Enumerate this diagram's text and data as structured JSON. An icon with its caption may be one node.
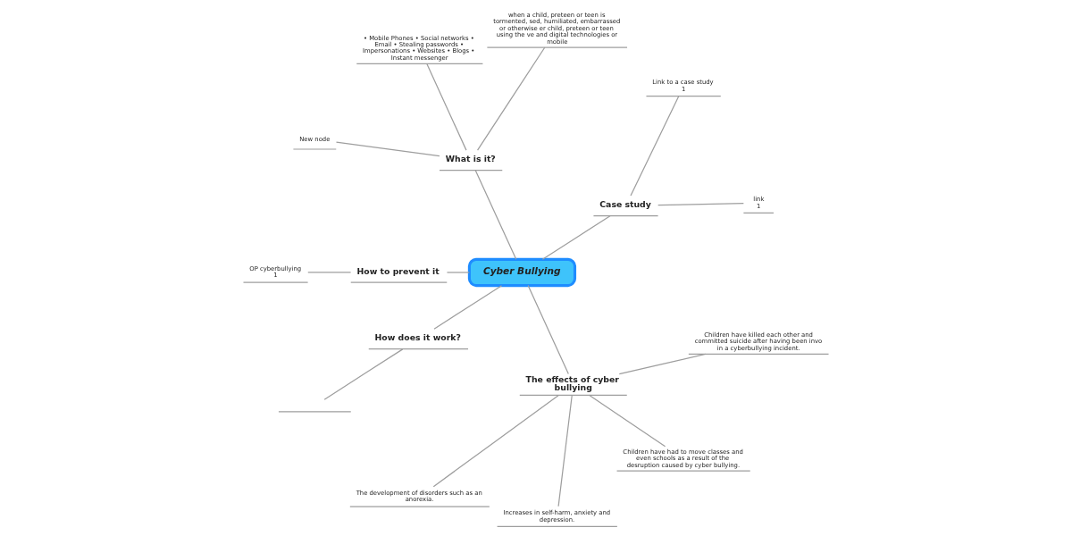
{
  "diagram": {
    "nodes": [
      {
        "text": [
          "Cyber Bullying"
        ]
      },
      {
        "text": [
          "What is it?"
        ]
      },
      {
        "text": [
          "when a child, preteen or teen is tormented, sed, humiliated, embarrassed or otherwise er child, preteen or teen using the ve and digital technologies or mobile"
        ]
      },
      {
        "text": [
          "• Mobile Phones • Social networks • Email • Stealing passwords • Impersonations • Websites • Blogs • Instant messenger"
        ]
      },
      {
        "text": [
          "New node"
        ]
      },
      {
        "text": [
          "Case study"
        ]
      },
      {
        "text": [
          "link",
          "1"
        ]
      },
      {
        "text": [
          "Link to a case study",
          "1"
        ]
      },
      {
        "text": [
          "The effects of cyber bullying"
        ]
      },
      {
        "text": [
          "Children have killed each other and committed suicide after having been invo in a cyberbullying incident."
        ]
      },
      {
        "text": [
          "Children have had to move classes and even schools as a result of the desruption caused by cyber bullying."
        ]
      },
      {
        "text": [
          "Increases in self-harm, anxiety and depression."
        ]
      },
      {
        "text": [
          "The development of disorders such as an anorexia."
        ]
      },
      {
        "text": [
          "How does it work?"
        ]
      },
      {
        "text": [],
        "shape": "line"
      },
      {
        "text": [
          "How to prevent it"
        ]
      },
      {
        "text": [
          "OP cyberbullying",
          "1"
        ]
      }
    ],
    "edges": [
      {
        "from": 0,
        "to": 1,
        "arrow": "none"
      },
      {
        "from": 1,
        "to": 2,
        "arrow": "none"
      },
      {
        "from": 1,
        "to": 3,
        "arrow": "none"
      },
      {
        "from": 1,
        "to": 4,
        "arrow": "none"
      },
      {
        "from": 0,
        "to": 5,
        "arrow": "none"
      },
      {
        "from": 5,
        "to": 6,
        "arrow": "none"
      },
      {
        "from": 5,
        "to": 7,
        "arrow": "none"
      },
      {
        "from": 0,
        "to": 8,
        "arrow": "none"
      },
      {
        "from": 8,
        "to": 9,
        "arrow": "none"
      },
      {
        "from": 8,
        "to": 10,
        "arrow": "none"
      },
      {
        "from": 8,
        "to": 11,
        "arrow": "none"
      },
      {
        "from": 8,
        "to": 12,
        "arrow": "none"
      },
      {
        "from": 0,
        "to": 13,
        "arrow": "none"
      },
      {
        "from": 13,
        "to": 14,
        "arrow": "none"
      },
      {
        "from": 0,
        "to": 15,
        "arrow": "none"
      },
      {
        "from": 15,
        "to": 16,
        "arrow": "none"
      }
    ]
  }
}
